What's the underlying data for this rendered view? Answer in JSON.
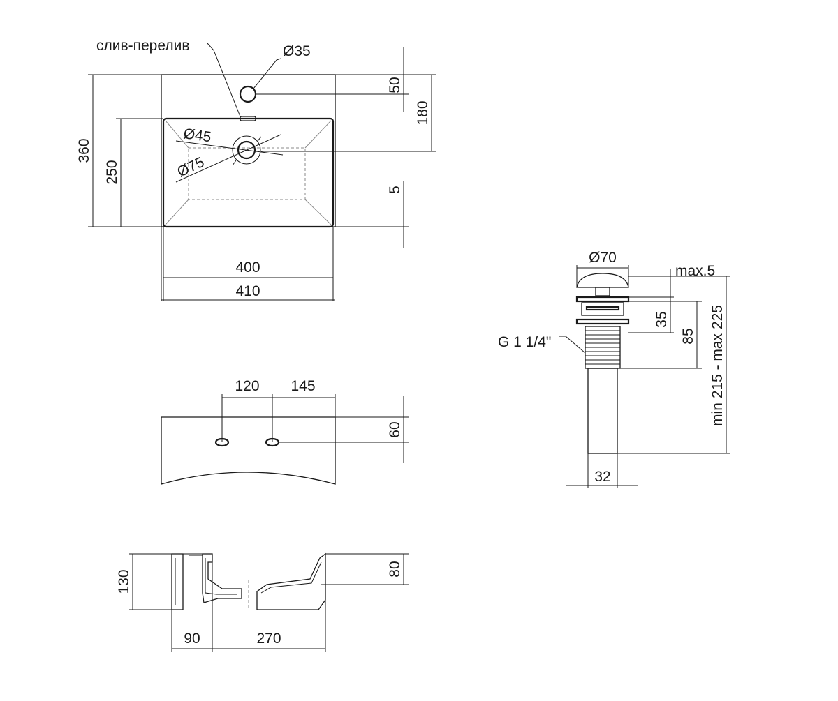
{
  "top_view": {
    "label_overflow": "слив-перелив",
    "dia_tap_hole": "Ø35",
    "dia_drain_inner": "Ø45",
    "dia_drain_outer": "Ø75",
    "dim_hole_offset": "50",
    "dim_drain_offset": "180",
    "dim_total_depth": "360",
    "dim_bowl_depth": "250",
    "dim_rim": "5",
    "dim_inner_width": "400",
    "dim_total_width": "410"
  },
  "front_view": {
    "dim_left_offset": "120",
    "dim_right_offset": "145",
    "dim_hole_height": "60"
  },
  "section_view": {
    "dim_height": "130",
    "dim_bowl_height": "80",
    "dim_left": "90",
    "dim_right": "270"
  },
  "drain": {
    "dia_cap": "Ø70",
    "dim_max": "max.5",
    "dim_35": "35",
    "dim_85": "85",
    "thread": "G 1 1/4\"",
    "dim_length": "min 215 - max 225",
    "dim_pipe": "32"
  }
}
